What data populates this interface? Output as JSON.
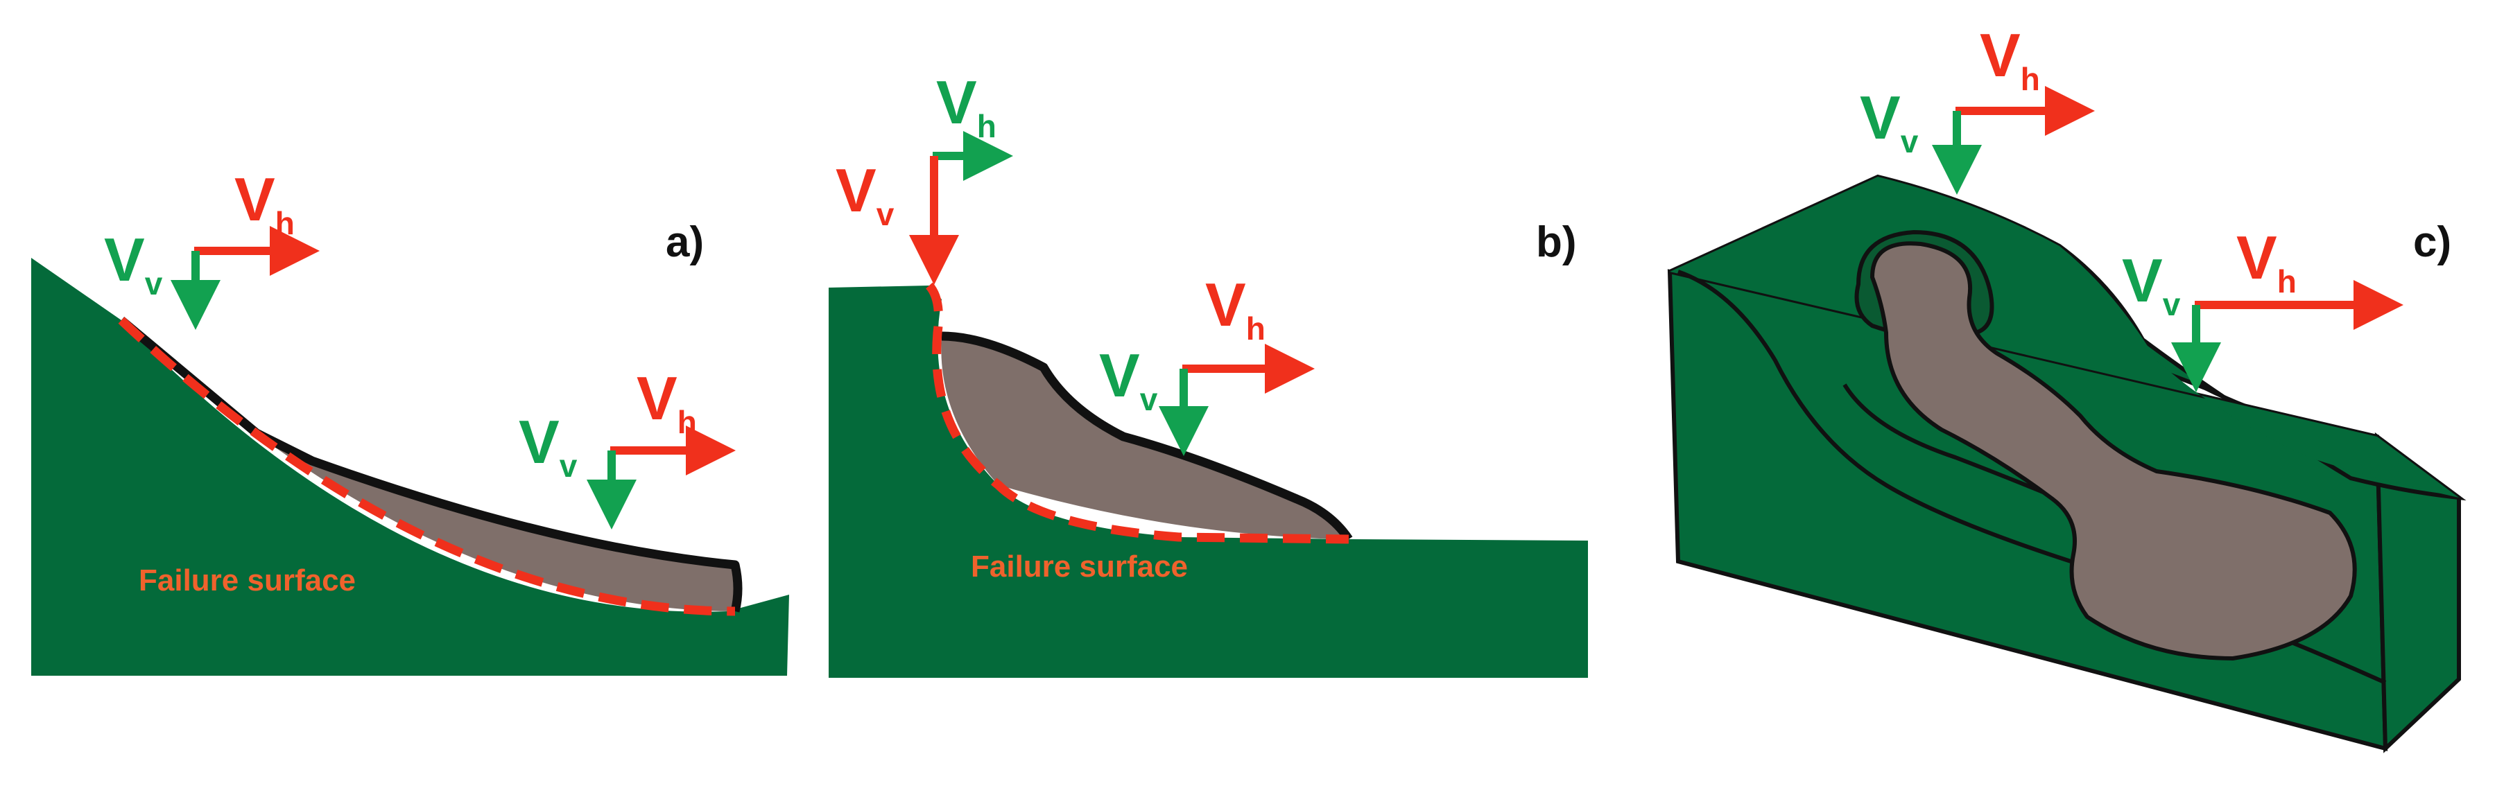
{
  "colors": {
    "ground": "#046a3a",
    "slide": "#7f6f6a",
    "outline": "#111111",
    "horizontal": "#f0301c",
    "vertical": "#12a150",
    "failure_text": "#f0622c",
    "background": "#ffffff"
  },
  "panels": {
    "a": {
      "label": "a)",
      "failure_text": "Failure surface",
      "vectors": [
        {
          "v_letter": "V",
          "v_sub": "v",
          "h_letter": "V",
          "h_sub": "h"
        },
        {
          "v_letter": "V",
          "v_sub": "v",
          "h_letter": "V",
          "h_sub": "h"
        }
      ]
    },
    "b": {
      "label": "b)",
      "failure_text": "Failure surface",
      "vectors": [
        {
          "v_letter": "V",
          "v_sub": "v",
          "h_letter": "V",
          "h_sub": "h"
        },
        {
          "v_letter": "V",
          "v_sub": "v",
          "h_letter": "V",
          "h_sub": "h"
        }
      ]
    },
    "c": {
      "label": "c)",
      "vectors": [
        {
          "v_letter": "V",
          "v_sub": "v",
          "h_letter": "V",
          "h_sub": "h"
        },
        {
          "v_letter": "V",
          "v_sub": "v",
          "h_letter": "V",
          "h_sub": "h"
        }
      ]
    }
  }
}
